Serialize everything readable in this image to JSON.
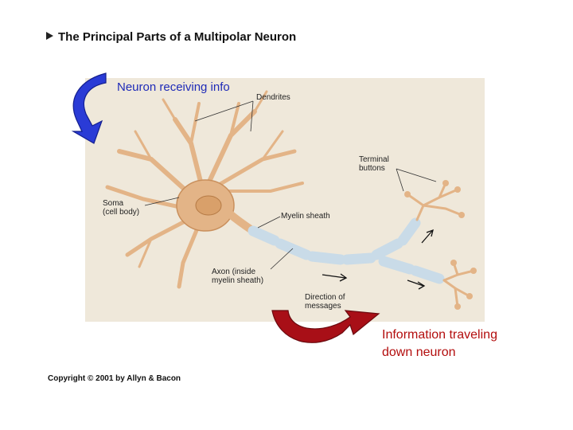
{
  "title": "The Principal Parts of a Multipolar Neuron",
  "labels": {
    "dendrites": "Dendrites",
    "terminal_buttons": [
      "Terminal",
      "buttons"
    ],
    "soma": [
      "Soma",
      "(cell body)"
    ],
    "myelin_sheath": "Myelin sheath",
    "axon": [
      "Axon (inside",
      "myelin sheath)"
    ],
    "direction": [
      "Direction of",
      "messages"
    ]
  },
  "annotations": {
    "receiving": "Neuron receiving info",
    "traveling": [
      "Information traveling",
      "down neuron"
    ]
  },
  "copyright": "Copyright © 2001 by Allyn & Bacon",
  "colors": {
    "panel_bg": "#efe8da",
    "neuron": "#e3b487",
    "neuron_dark": "#c98f5c",
    "myelin": "#c9dbe8",
    "blue_arrow": "#2233cc",
    "red_arrow": "#a80f17"
  }
}
